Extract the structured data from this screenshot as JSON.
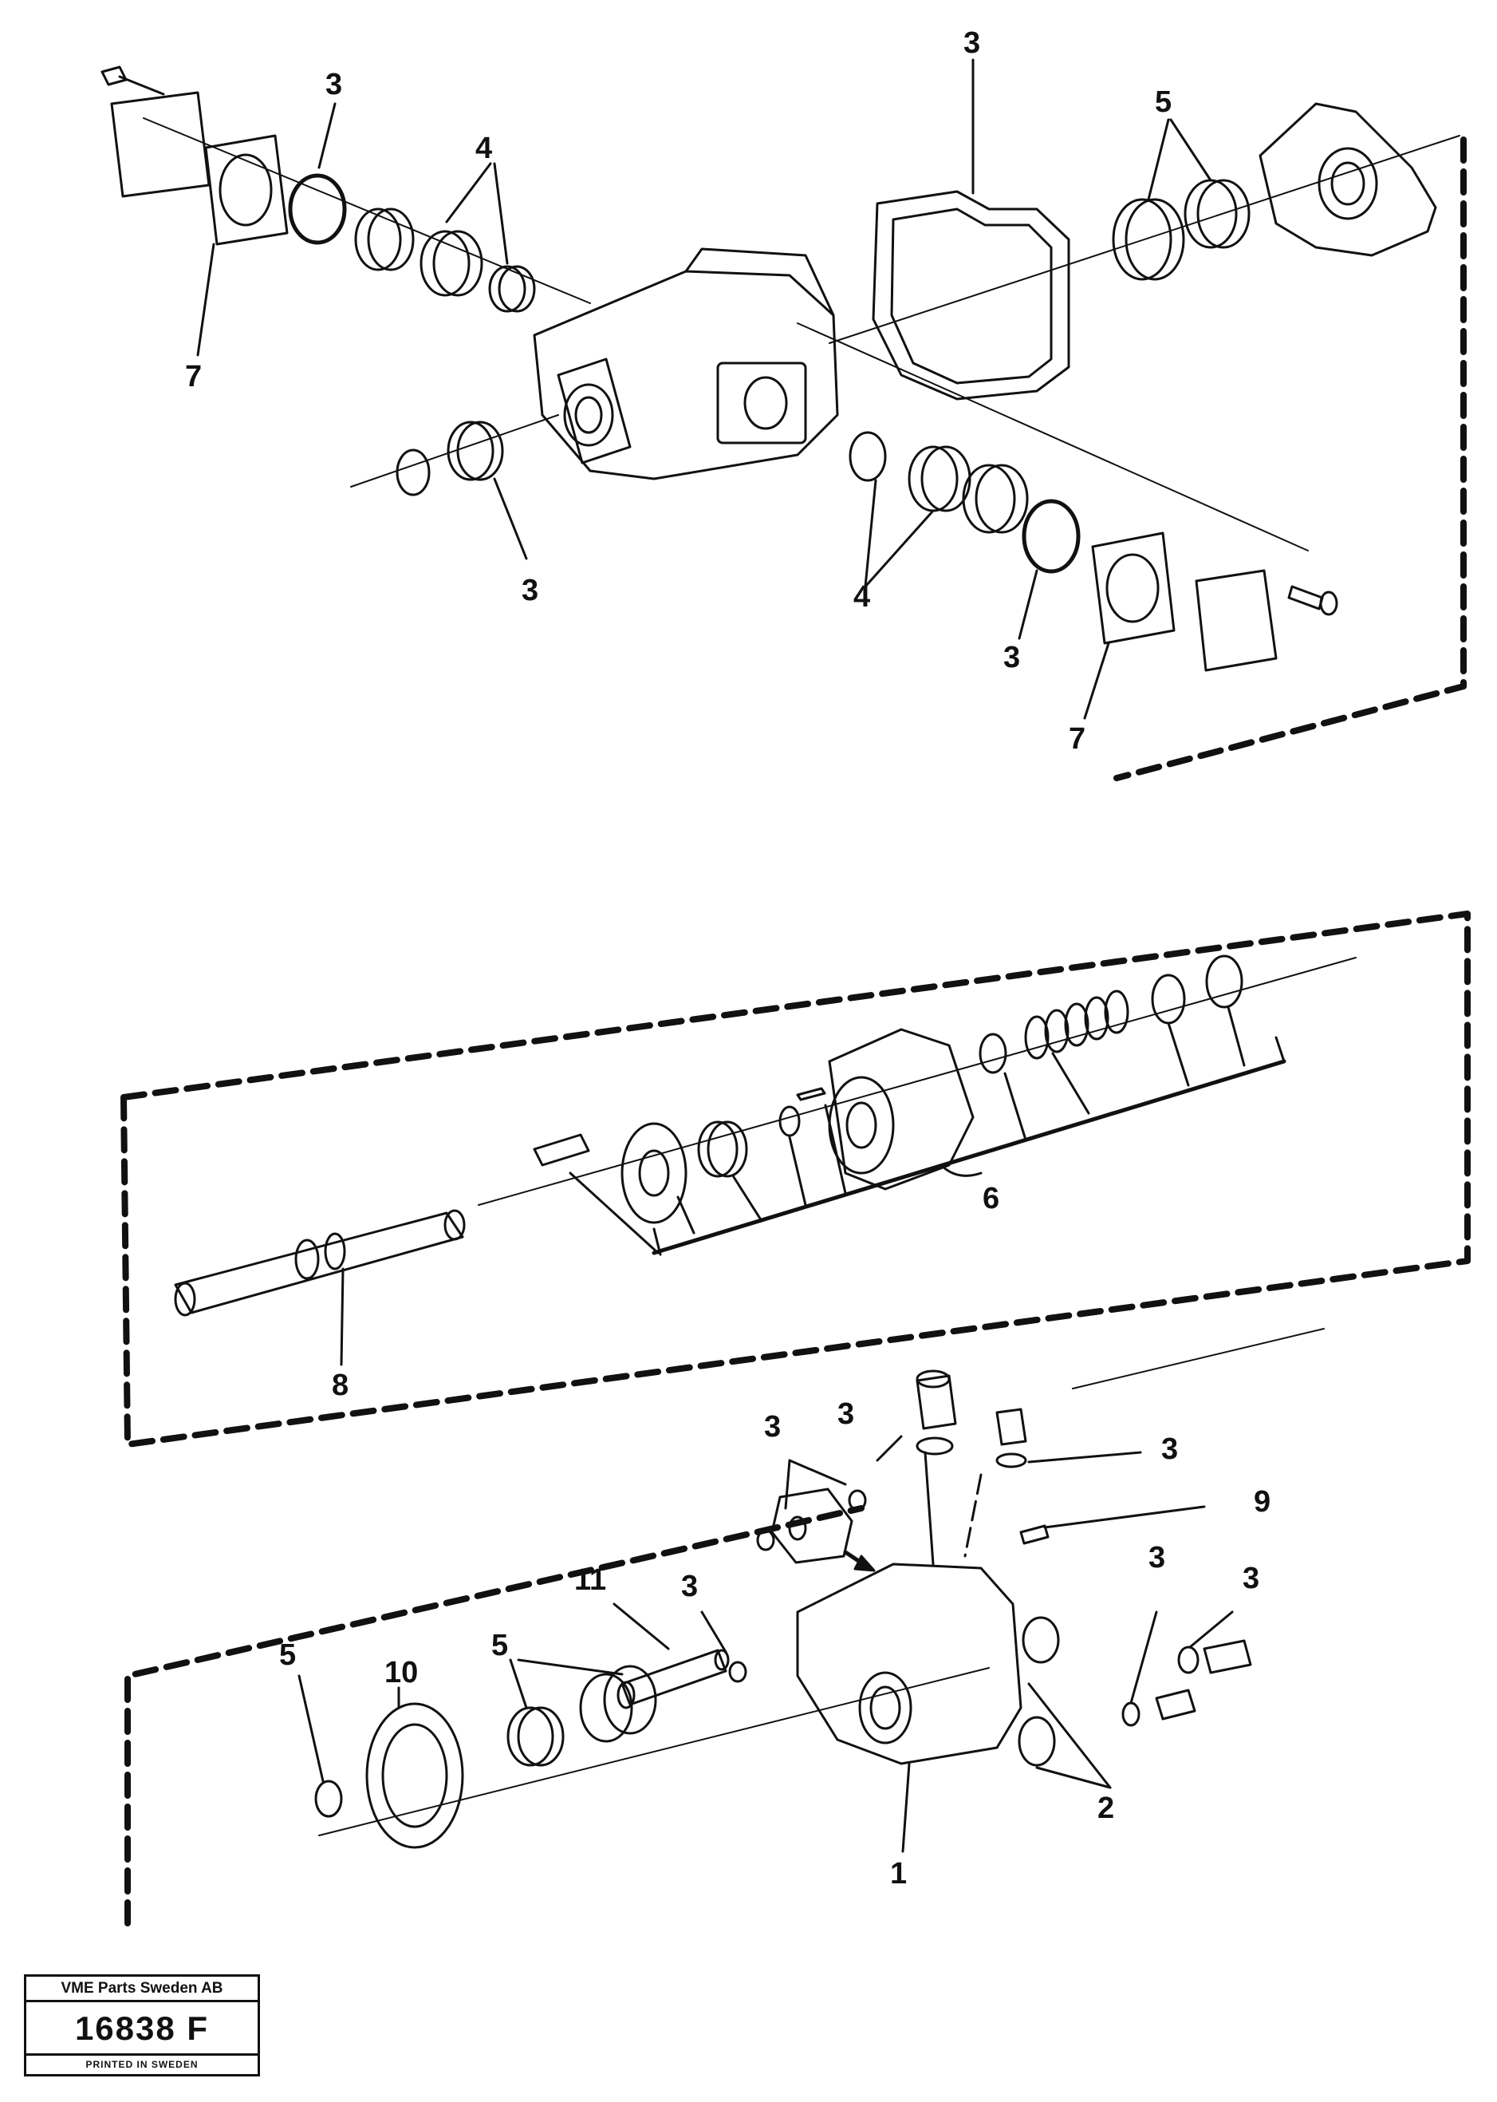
{
  "callouts": {
    "c3_top_left": "3",
    "c4_top": "4",
    "c7_top_left": "7",
    "c3_top_center": "3",
    "c5_top_right": "5",
    "c3_mid_left": "3",
    "c4_mid": "4",
    "c3_mid_right": "3",
    "c7_mid_right": "7",
    "c6": "6",
    "c8": "8",
    "c3_b_a": "3",
    "c3_b_b": "3",
    "c3_b_c": "3",
    "c9": "9",
    "c11": "11",
    "c3_b_d": "3",
    "c3_b_e": "3",
    "c3_b_f": "3",
    "c10": "10",
    "c5_b_a": "5",
    "c5_b_b": "5",
    "c2": "2",
    "c1": "1"
  },
  "stamp": {
    "company": "VME Parts Sweden AB",
    "number": "16838 F",
    "printed": "PRINTED IN SWEDEN"
  },
  "colors": {
    "ink": "#111111",
    "paper": "#ffffff"
  }
}
